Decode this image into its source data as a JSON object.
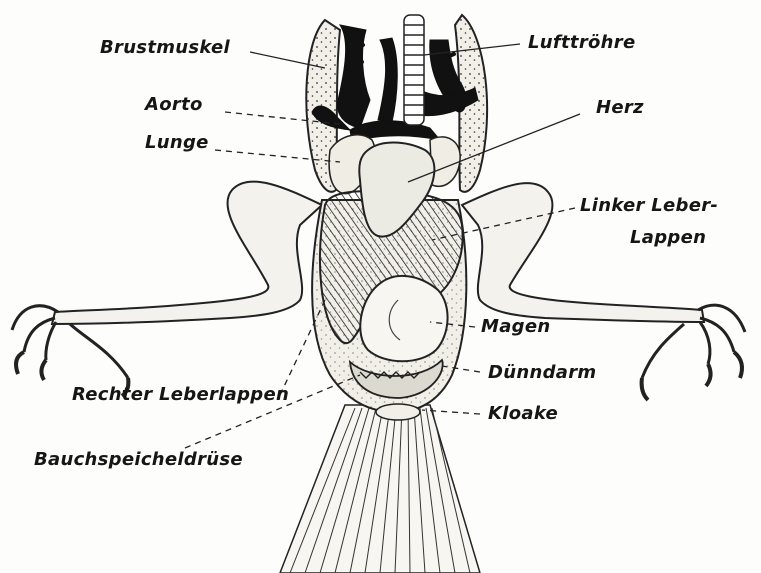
{
  "labels": {
    "brustmuskel": "Brustmuskel",
    "luftroehre": "Lufttröhre",
    "aorta": "Aorto",
    "herz": "Herz",
    "lunge": "Lunge",
    "linker_leberlappen_1": "Linker Leber-",
    "linker_leberlappen_2": "Lappen",
    "magen": "Magen",
    "duenndarm": "Dünndarm",
    "rechter_leberlappen": "Rechter Leberlappen",
    "kloake": "Kloake",
    "bauchspeicheldruese": "Bauchspeicheldrüse"
  }
}
